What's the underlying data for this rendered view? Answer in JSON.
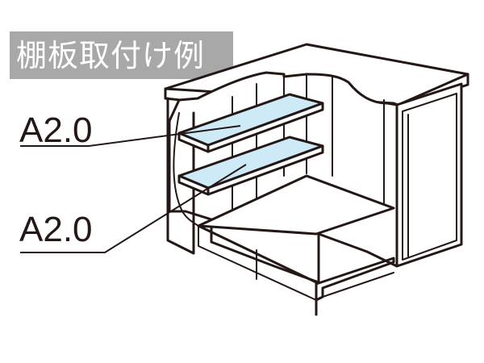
{
  "title": "棚板取付け例",
  "callouts": [
    {
      "label": "A2.0"
    },
    {
      "label": "A2.0"
    }
  ],
  "colors": {
    "title_background": "#a8a8a8",
    "title_text": "#ffffff",
    "line": "#231815",
    "shelf_fill": "#cfeaf7"
  }
}
